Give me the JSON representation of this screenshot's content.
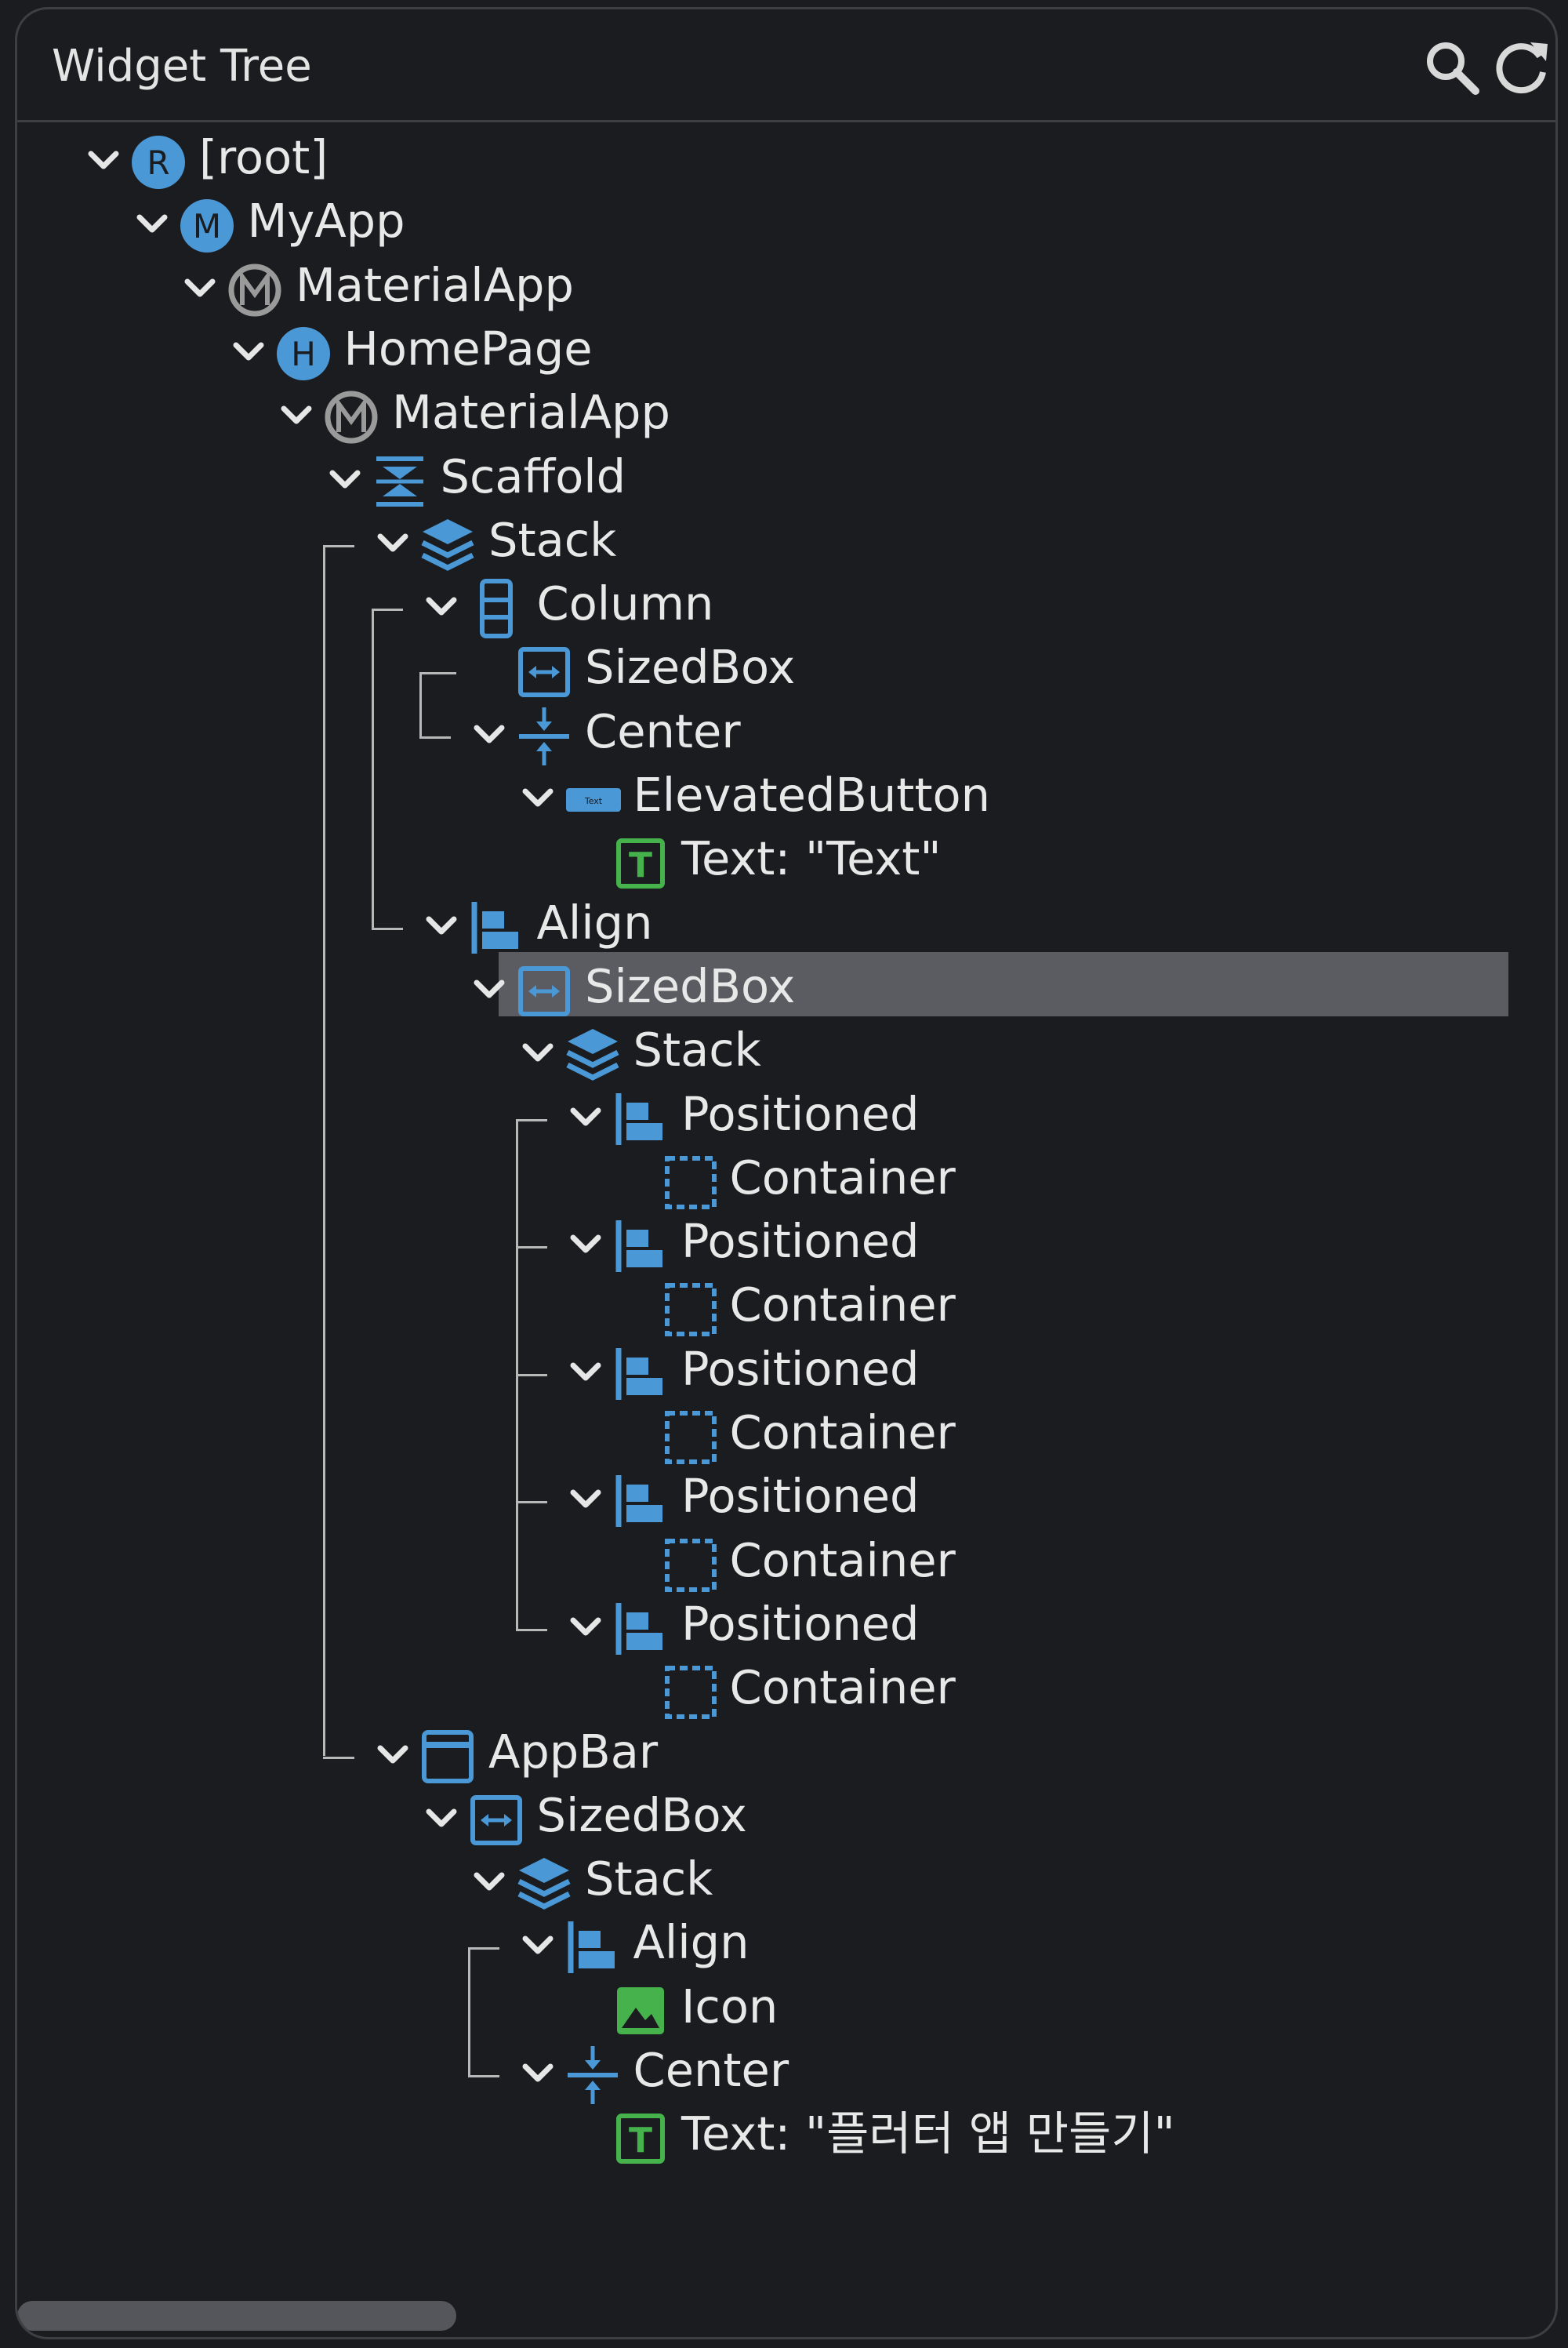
{
  "header": {
    "title": "Widget Tree",
    "search_icon": "search-icon",
    "refresh_icon": "refresh-icon"
  },
  "colors": {
    "background": "#1b1c20",
    "selected_row": "#5b5c62",
    "blue": "#4a98d6",
    "green": "#46b24c",
    "gray": "#9a9a9a"
  },
  "tree": [
    {
      "label": "[root]",
      "icon": "circle-r-icon",
      "expanded": true,
      "depth": 0
    },
    {
      "label": "MyApp",
      "icon": "circle-m-icon",
      "expanded": true,
      "depth": 1
    },
    {
      "label": "MaterialApp",
      "icon": "material-logo-icon",
      "expanded": true,
      "depth": 2
    },
    {
      "label": "HomePage",
      "icon": "circle-h-icon",
      "expanded": true,
      "depth": 3
    },
    {
      "label": "MaterialApp",
      "icon": "material-logo-icon",
      "expanded": true,
      "depth": 4
    },
    {
      "label": "Scaffold",
      "icon": "scaffold-icon",
      "expanded": true,
      "depth": 5
    },
    {
      "label": "Stack",
      "icon": "stack-icon",
      "expanded": true,
      "depth": 6
    },
    {
      "label": "Column",
      "icon": "column-icon",
      "expanded": true,
      "depth": 7
    },
    {
      "label": "SizedBox",
      "icon": "sizedbox-icon",
      "expanded": false,
      "depth": 8
    },
    {
      "label": "Center",
      "icon": "center-icon",
      "expanded": true,
      "depth": 8
    },
    {
      "label": "ElevatedButton",
      "icon": "elevated-button-icon",
      "expanded": true,
      "depth": 9
    },
    {
      "label": "Text: \"Text\"",
      "icon": "text-icon",
      "expanded": false,
      "depth": 10
    },
    {
      "label": "Align",
      "icon": "align-icon",
      "expanded": true,
      "depth": 7
    },
    {
      "label": "SizedBox",
      "icon": "sizedbox-icon",
      "expanded": true,
      "depth": 8,
      "selected": true
    },
    {
      "label": "Stack",
      "icon": "stack-icon",
      "expanded": true,
      "depth": 9
    },
    {
      "label": "Positioned",
      "icon": "align-icon",
      "expanded": true,
      "depth": 10
    },
    {
      "label": "Container",
      "icon": "container-icon",
      "expanded": false,
      "depth": 11
    },
    {
      "label": "Positioned",
      "icon": "align-icon",
      "expanded": true,
      "depth": 10
    },
    {
      "label": "Container",
      "icon": "container-icon",
      "expanded": false,
      "depth": 11
    },
    {
      "label": "Positioned",
      "icon": "align-icon",
      "expanded": true,
      "depth": 10
    },
    {
      "label": "Container",
      "icon": "container-icon",
      "expanded": false,
      "depth": 11
    },
    {
      "label": "Positioned",
      "icon": "align-icon",
      "expanded": true,
      "depth": 10
    },
    {
      "label": "Container",
      "icon": "container-icon",
      "expanded": false,
      "depth": 11
    },
    {
      "label": "Positioned",
      "icon": "align-icon",
      "expanded": true,
      "depth": 10
    },
    {
      "label": "Container",
      "icon": "container-icon",
      "expanded": false,
      "depth": 11
    },
    {
      "label": "AppBar",
      "icon": "appbar-icon",
      "expanded": true,
      "depth": 6
    },
    {
      "label": "SizedBox",
      "icon": "sizedbox-icon",
      "expanded": true,
      "depth": 7
    },
    {
      "label": "Stack",
      "icon": "stack-icon",
      "expanded": true,
      "depth": 8
    },
    {
      "label": "Align",
      "icon": "align-icon",
      "expanded": true,
      "depth": 9
    },
    {
      "label": "Icon",
      "icon": "image-icon",
      "expanded": false,
      "depth": 10
    },
    {
      "label": "Center",
      "icon": "center-icon",
      "expanded": true,
      "depth": 9
    },
    {
      "label": "Text: \"플러터 앱 만들기\"",
      "icon": "text-icon",
      "expanded": false,
      "depth": 10
    }
  ]
}
